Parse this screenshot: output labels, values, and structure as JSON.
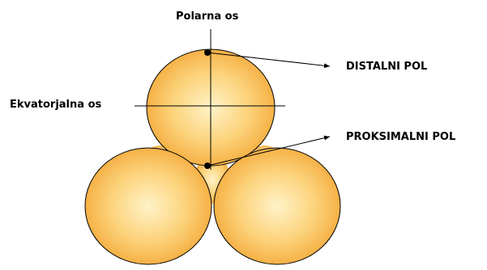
{
  "labels": {
    "polar_axis": "Polarna os",
    "equatorial_axis": "Ekvatorjalna os",
    "distal_pole": "DISTALNI POL",
    "proximal_pole": "PROKSIMALNI POL"
  },
  "colors": {
    "sphere_center": "#fff3c8",
    "sphere_mid": "#fcd27a",
    "sphere_edge": "#f4a93a",
    "outline": "#000000",
    "background": "#ffffff"
  }
}
